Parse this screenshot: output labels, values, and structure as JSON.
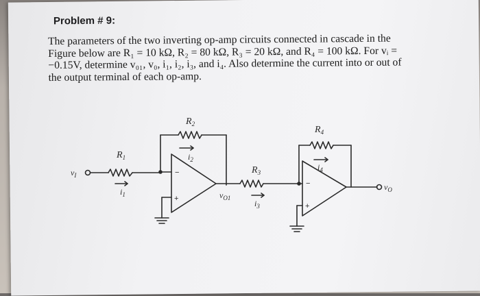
{
  "problem_title": "Problem # 9:",
  "text_lines": [
    "The parameters of the two inverting op-amp circuits connected in cascade in the",
    "Figure below are R₁ = 10 kΩ, R₂ = 80 kΩ, R₃ = 20 kΩ, and R₄ = 100 kΩ. For vᵢ =",
    "−0.15V, determine v₀₁, v₀, i₁, i₂, i₃, and i₄. Also determine the current into or out of",
    "the output terminal of each op-amp."
  ],
  "circuit": {
    "R1": "R",
    "R1_sub": "1",
    "R2": "R",
    "R2_sub": "2",
    "R3": "R",
    "R3_sub": "3",
    "R4": "R",
    "R4_sub": "4",
    "i1": "i",
    "i1_sub": "1",
    "i2": "i",
    "i2_sub": "2",
    "i3": "i",
    "i3_sub": "3",
    "i4": "i",
    "i4_sub": "4",
    "vI": "v",
    "vI_sub": "I",
    "vO1": "v",
    "vO1_sub": "O1",
    "vO": "v",
    "vO_sub": "O",
    "minus": "−",
    "plus": "+"
  }
}
